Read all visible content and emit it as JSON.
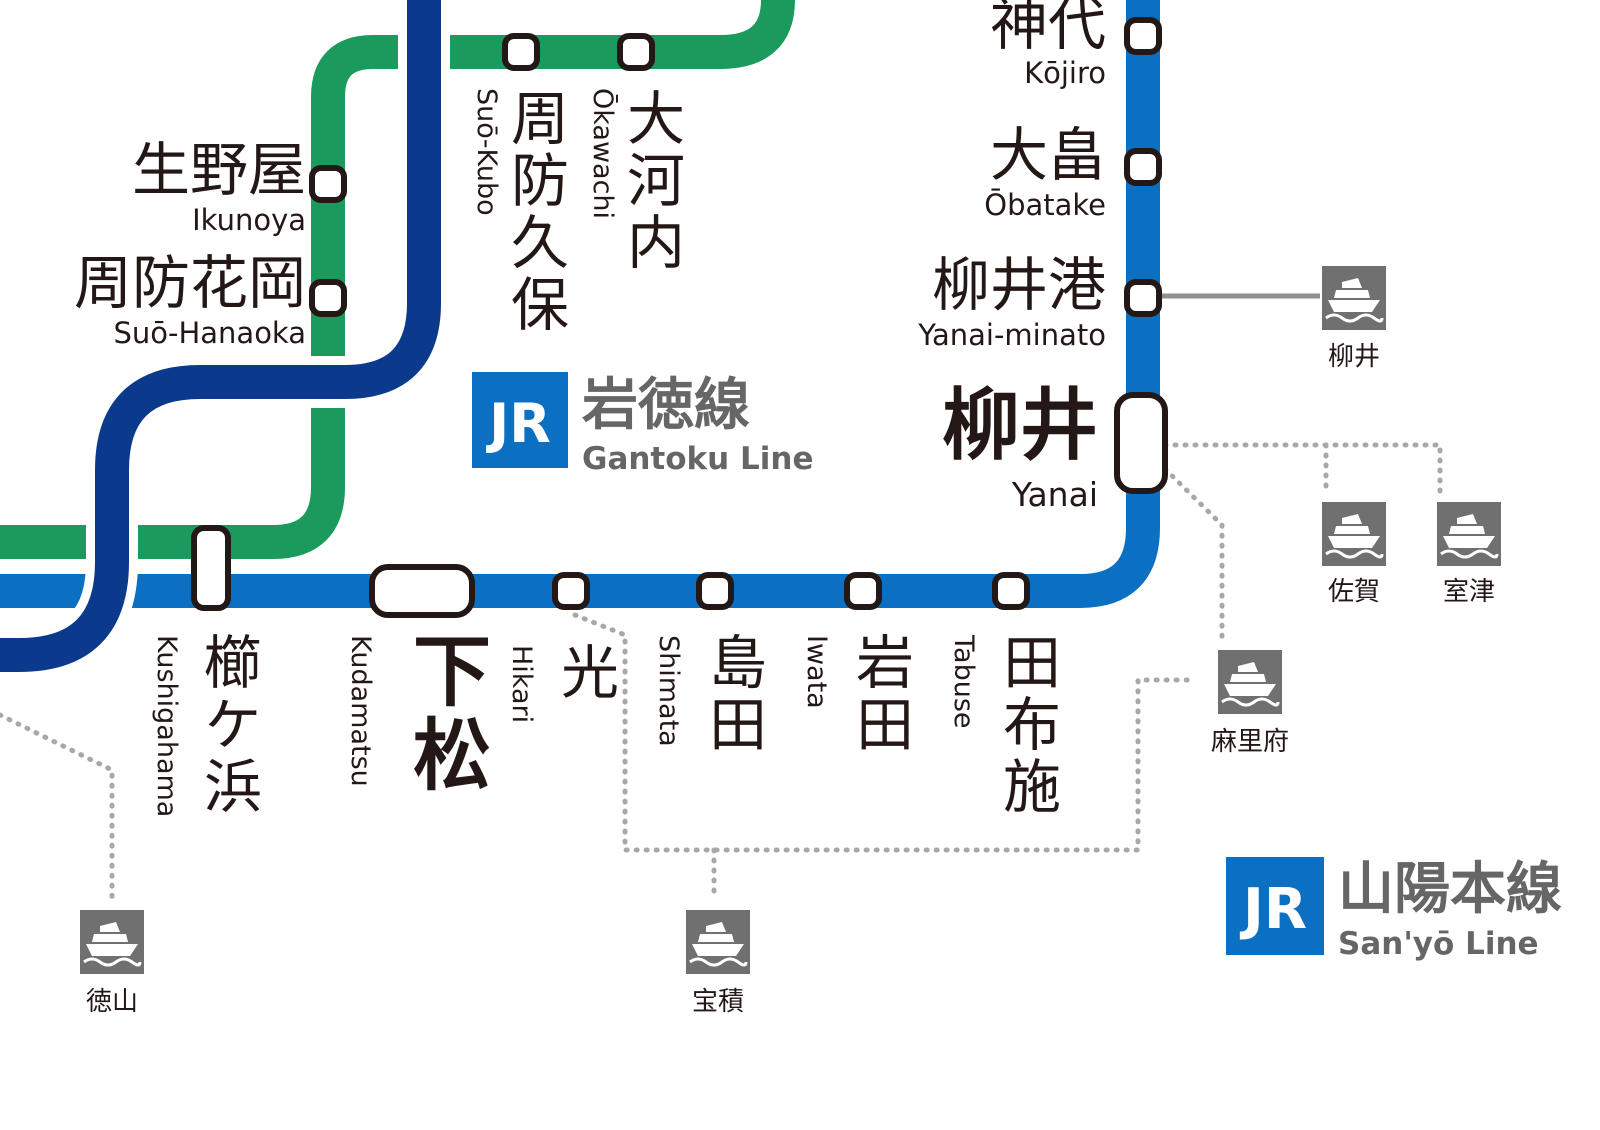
{
  "colors": {
    "sanyo": "#0b70c2",
    "gantoku": "#1a9a5c",
    "navy": "#0b3a8c",
    "ferry_gray": "#707070",
    "dotted": "#a8a8a8",
    "text": "#231815"
  },
  "legend": {
    "gantoku": {
      "badge": "JR",
      "jp": "岩徳線",
      "en": "Gantoku Line"
    },
    "sanyo": {
      "badge": "JR",
      "jp": "山陽本線",
      "en": "San'yō Line"
    }
  },
  "stations": {
    "kojiro": {
      "jp": "神代",
      "en": "Kōjiro"
    },
    "obatake": {
      "jp": "大畠",
      "en": "Ōbatake"
    },
    "yanai_minato": {
      "jp": "柳井港",
      "en": "Yanai-minato"
    },
    "yanai": {
      "jp": "柳井",
      "en": "Yanai"
    },
    "ikunoya": {
      "jp": "生野屋",
      "en": "Ikunoya"
    },
    "suo_hanaoka": {
      "jp": "周防花岡",
      "en": "Suō-Hanaoka"
    },
    "suo_kubo": {
      "jp": "周防久保",
      "en": "Suō-Kubo"
    },
    "okawachi": {
      "jp": "大河内",
      "en": "Ōkawachi"
    },
    "kushigahama": {
      "jp": "櫛ケ浜",
      "en": "Kushigahama"
    },
    "kudamatsu": {
      "jp": "下松",
      "en": "Kudamatsu"
    },
    "hikari": {
      "jp": "光",
      "en": "Hikari"
    },
    "shimata": {
      "jp": "島田",
      "en": "Shimata"
    },
    "iwata": {
      "jp": "岩田",
      "en": "Iwata"
    },
    "tabuse": {
      "jp": "田布施",
      "en": "Tabuse"
    }
  },
  "ferries": {
    "yanai": {
      "label": "柳井",
      "icon": "ferry-icon"
    },
    "saka": {
      "label": "佐賀",
      "icon": "ferry-icon"
    },
    "murotsu": {
      "label": "室津",
      "icon": "ferry-icon"
    },
    "murifu": {
      "label": "麻里府",
      "icon": "ferry-icon"
    },
    "tokuyama": {
      "label": "徳山",
      "icon": "ferry-icon"
    },
    "hozumi": {
      "label": "宝積",
      "icon": "ferry-icon"
    }
  }
}
